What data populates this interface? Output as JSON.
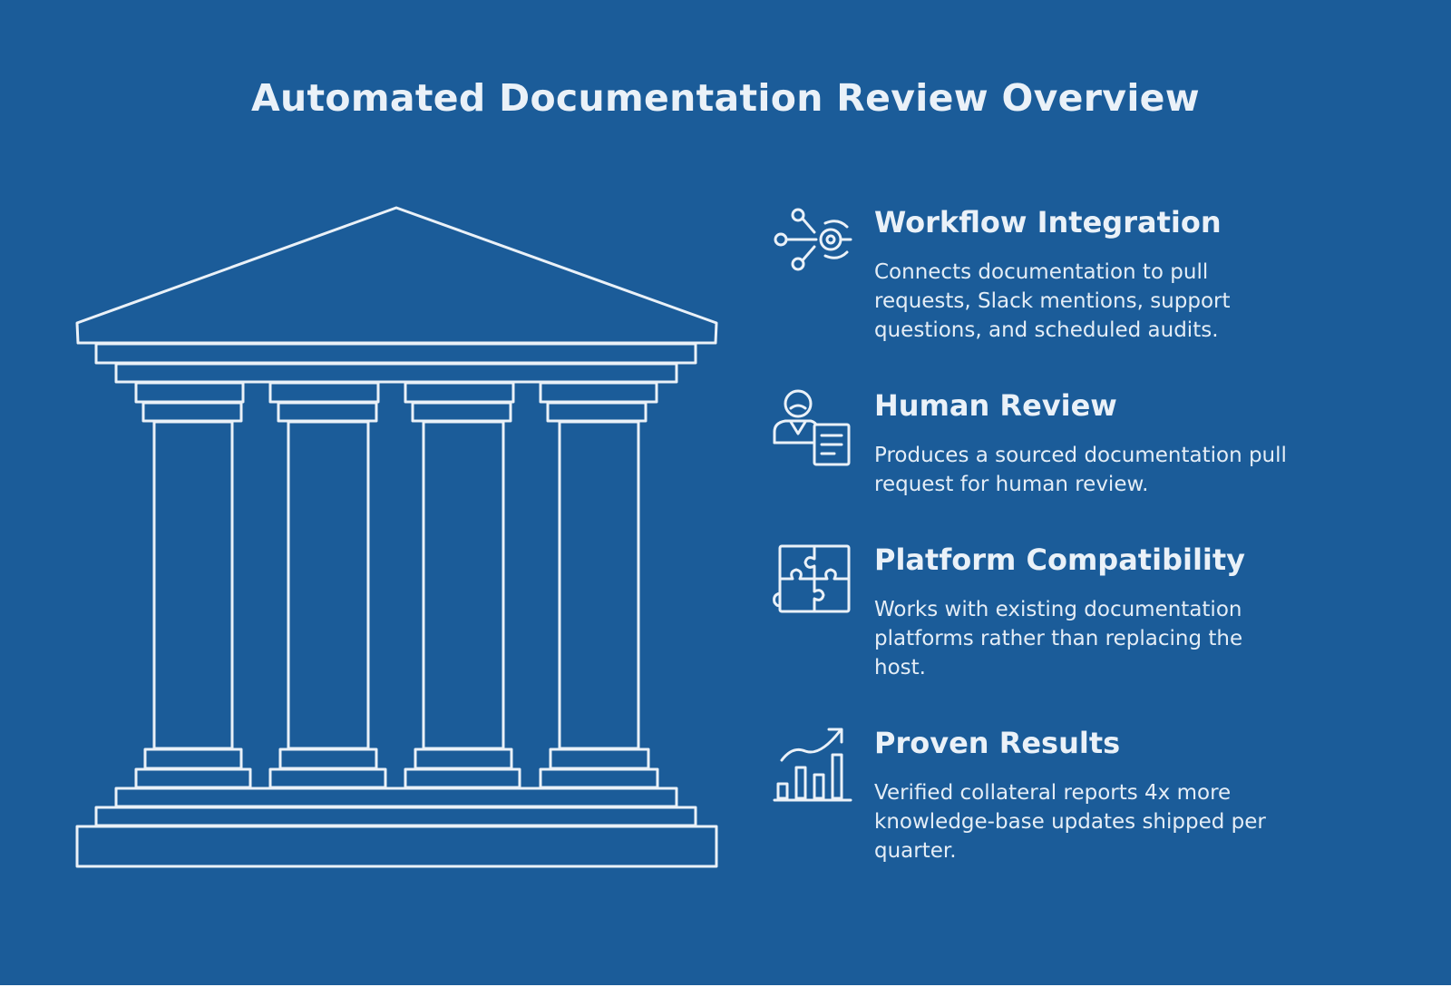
{
  "title": "Automated Documentation Review Overview",
  "features": [
    {
      "heading": "Workflow Integration",
      "description": "Connects documentation to pull requests, Slack mentions, support questions, and scheduled audits.",
      "icon": "workflow-nodes-icon"
    },
    {
      "heading": "Human Review",
      "description": "Produces a sourced documentation pull request for human review.",
      "icon": "person-document-icon"
    },
    {
      "heading": "Platform Compatibility",
      "description": "Works with existing documentation platforms rather than replacing the host.",
      "icon": "puzzle-icon"
    },
    {
      "heading": "Proven Results",
      "description": "Verified collateral reports 4x more knowledge-base updates shipped per quarter.",
      "icon": "growth-chart-icon"
    }
  ],
  "illustration": "temple-icon",
  "colors": {
    "background": "#1b5c99",
    "line": "#eaf1f8"
  }
}
